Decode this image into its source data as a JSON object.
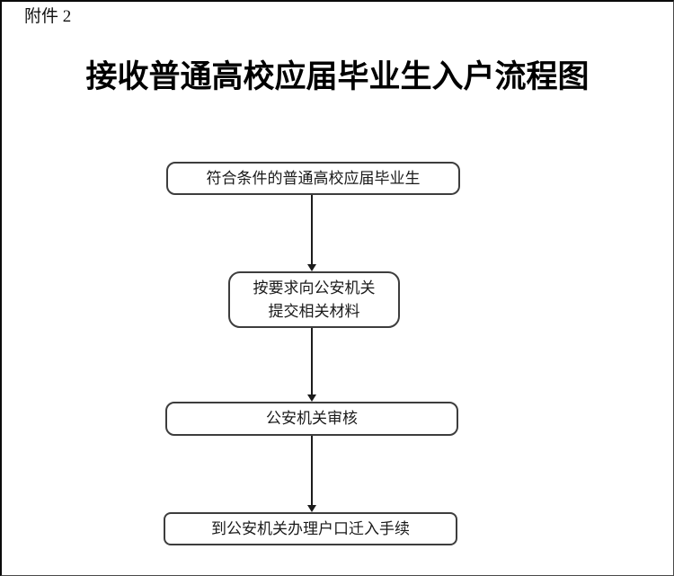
{
  "colors": {
    "page_background": "#ffffff",
    "page_border_dark": "#0a0a0a",
    "node_border": "#3d3d3d",
    "text": "#1a1a1a",
    "arrow": "#1c1c1c"
  },
  "document": {
    "attachment_label": "附件 2",
    "title": "接收普通高校应届毕业生入户流程图"
  },
  "flowchart": {
    "nodes": [
      {
        "label": "符合条件的普通高校应届毕业生"
      },
      {
        "label": "按要求向公安机关\n提交相关材料"
      },
      {
        "label": "公安机关审核"
      },
      {
        "label": "到公安机关办理户口迁入手续"
      }
    ],
    "direction": "top-down",
    "arrow_count": 3
  }
}
